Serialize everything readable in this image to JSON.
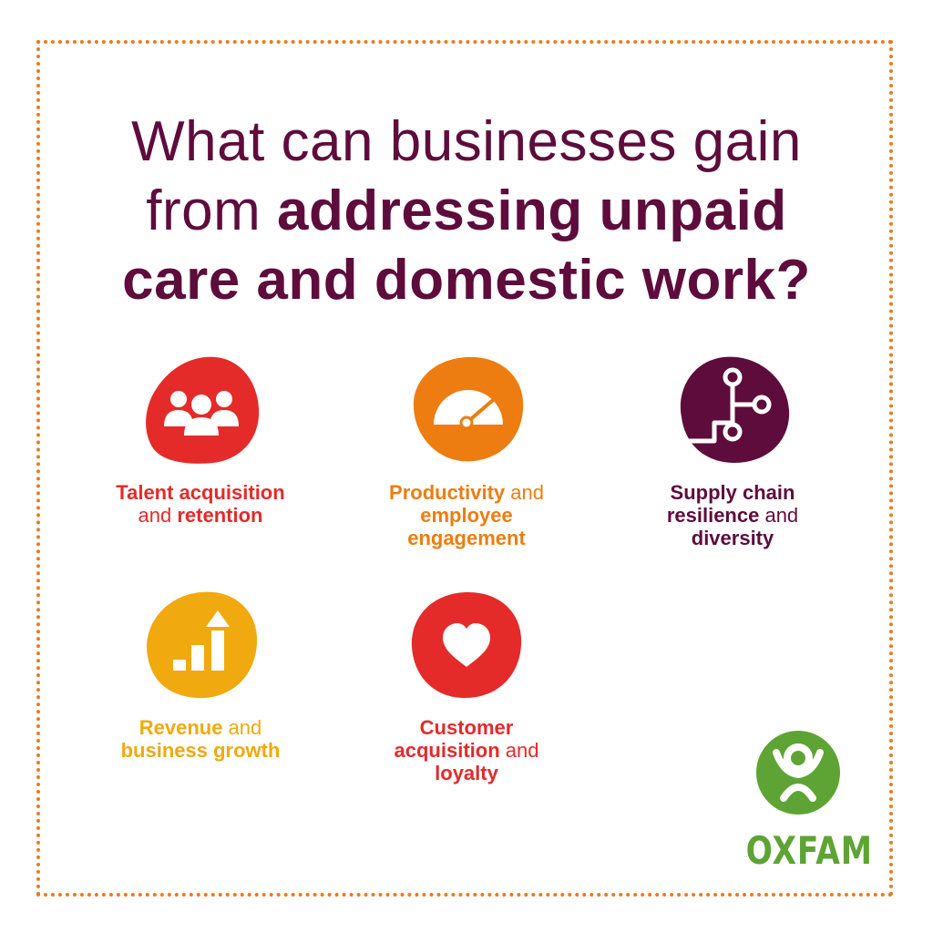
{
  "headline": {
    "line1": "What can businesses gain",
    "line2_light": "from ",
    "line2_bold": "addressing unpaid",
    "line3_bold": "care and domestic work?"
  },
  "items": [
    {
      "bold1": "Talent acquisition",
      "light1": "and ",
      "bold2": "retention",
      "color": "#e52a2a",
      "icon": "people-group-icon"
    },
    {
      "bold1": "Productivity",
      "light1": " and",
      "bold2": "employee",
      "bold3": "engagement",
      "color": "#ed7d10",
      "icon": "gauge-icon"
    },
    {
      "bold1": "Supply chain",
      "bold2": "resilience",
      "light1": " and",
      "bold3": "diversity",
      "color": "#5e0c3c",
      "icon": "network-branch-icon"
    },
    {
      "bold1": "Revenue",
      "light1": " and",
      "bold2": "business growth",
      "color": "#f0a90f",
      "icon": "growth-chart-icon"
    },
    {
      "bold1": "Customer",
      "bold2": "acquisition",
      "light1": " and",
      "bold3": "loyalty",
      "color": "#e52a2a",
      "icon": "heart-icon"
    }
  ],
  "logo": {
    "name": "OXFAM",
    "color": "#5ea434"
  }
}
